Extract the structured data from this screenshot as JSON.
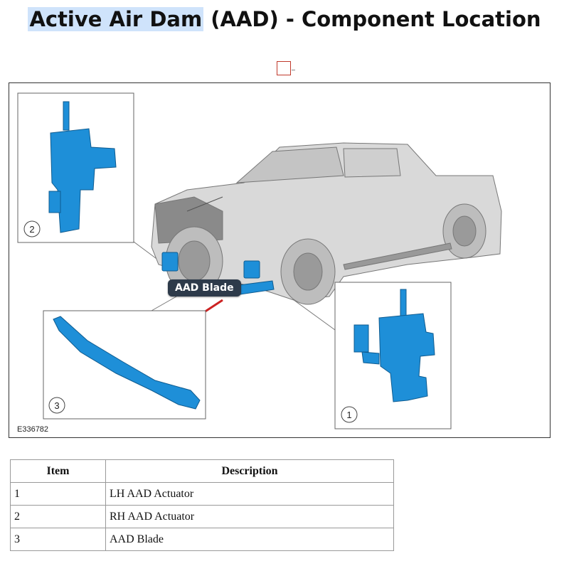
{
  "title": {
    "highlighted": "Active Air Dam",
    "rest": " (AAD) - Component Location"
  },
  "figure": {
    "callout_label": "AAD Blade",
    "figure_id": "E336782",
    "insets": [
      {
        "number": "1"
      },
      {
        "number": "2"
      },
      {
        "number": "3"
      }
    ]
  },
  "table": {
    "headers": [
      "Item",
      "Description"
    ],
    "rows": [
      {
        "item": "1",
        "description": "LH AAD Actuator"
      },
      {
        "item": "2",
        "description": "RH AAD Actuator"
      },
      {
        "item": "3",
        "description": "AAD Blade"
      }
    ]
  },
  "colors": {
    "component_blue": "#1e8fd8",
    "arrow_red": "#cc2222",
    "callout_bg": "#2d3a4a"
  }
}
